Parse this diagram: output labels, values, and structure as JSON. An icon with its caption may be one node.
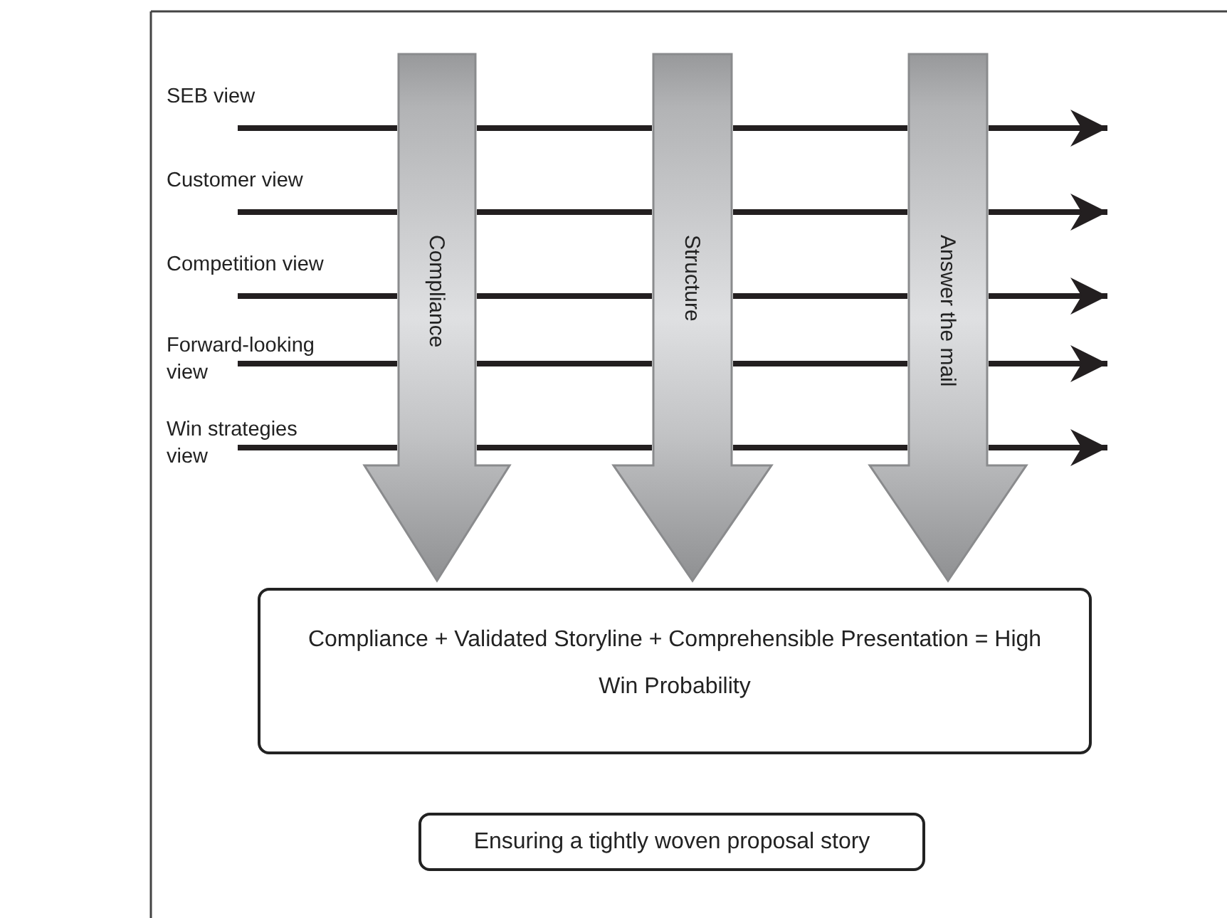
{
  "diagram": {
    "nodes": [
      {
        "text": [
          "SEB view"
        ]
      },
      {
        "text": [
          "Customer view"
        ]
      },
      {
        "text": [
          "Competition view"
        ]
      },
      {
        "text": [
          "Forward-looking view"
        ]
      },
      {
        "text": [
          "Win strategies view"
        ]
      },
      {
        "text": [
          "Compliance"
        ]
      },
      {
        "text": [
          "Structure"
        ]
      },
      {
        "text": [
          "Answer the mail"
        ]
      },
      {
        "text": [
          "Compliance + Validated Storyline + Comprehensible Presentation = High Win Probability"
        ]
      },
      {
        "text": [
          "Ensuring a tightly woven proposal story"
        ]
      }
    ],
    "edges": [
      {
        "from": 0,
        "to": null,
        "arrow": "to"
      },
      {
        "from": 1,
        "to": null,
        "arrow": "to"
      },
      {
        "from": 2,
        "to": null,
        "arrow": "to"
      },
      {
        "from": 3,
        "to": null,
        "arrow": "to"
      },
      {
        "from": 4,
        "to": null,
        "arrow": "to"
      }
    ]
  }
}
